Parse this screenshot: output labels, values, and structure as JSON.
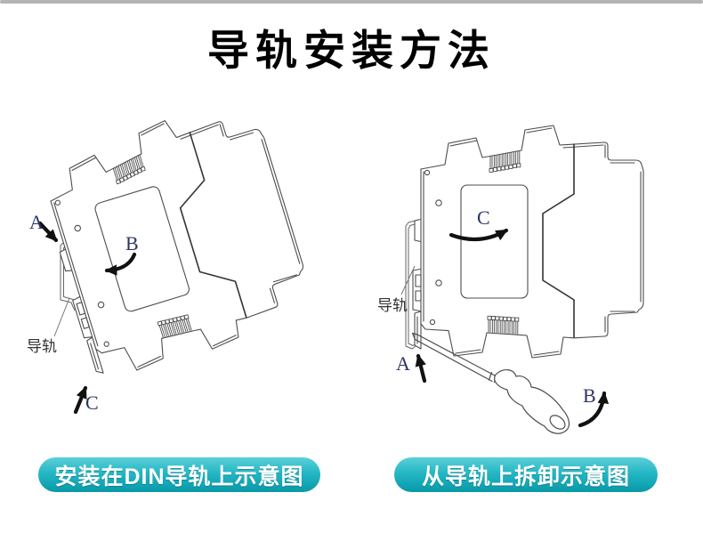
{
  "page": {
    "background": "#ffffff",
    "top_strip_color": "#b4b4b4"
  },
  "title": "导轨安装方法",
  "install_diagram": {
    "caption": "安装在DIN导轨上示意图",
    "labels": {
      "a": "A",
      "b": "B",
      "c": "C",
      "rail": "导轨"
    }
  },
  "remove_diagram": {
    "caption": "从导轨上拆卸示意图",
    "labels": {
      "a": "A",
      "b": "B",
      "c": "C",
      "rail": "导轨"
    }
  },
  "colors": {
    "caption_gradient_top": "#5ad0da",
    "caption_gradient_bottom": "#0799a9",
    "caption_text": "#ffffff",
    "drawing_line": "#4d4d4d",
    "label_letter": "#2b3566",
    "arrow": "#111111",
    "title_text": "#000000"
  }
}
